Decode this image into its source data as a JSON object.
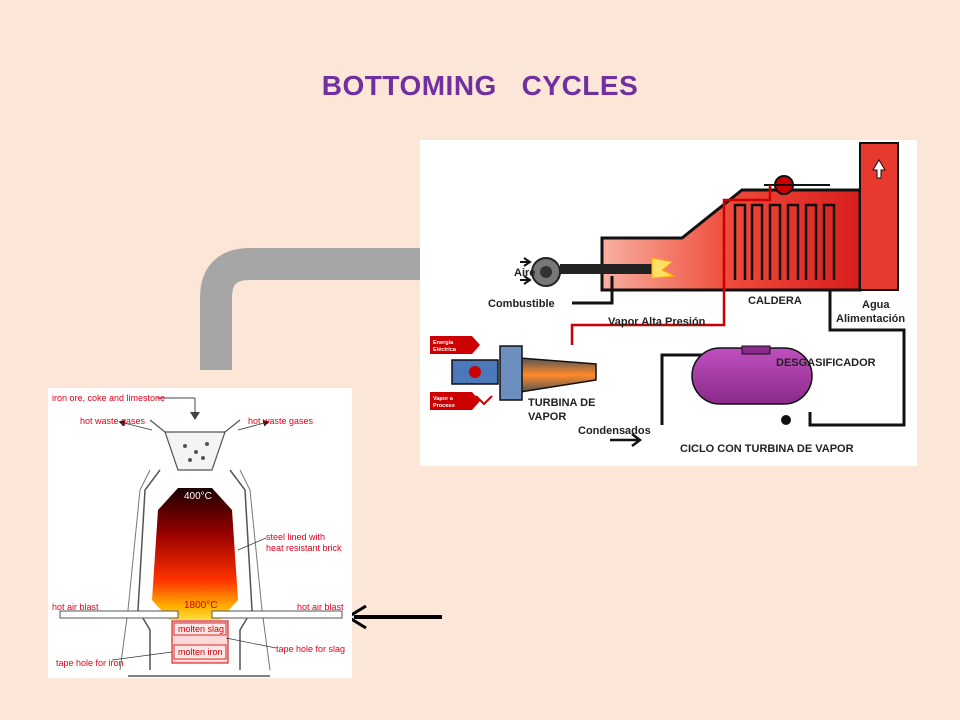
{
  "title": "BOTTOMING   CYCLES",
  "colors": {
    "title": "#7030a0",
    "background": "#fbe6d8",
    "arrow_gray": "#a6a6a6",
    "furnace_red": "#cc0000",
    "label_red": "#e0001b",
    "boiler_red": "#e8392e",
    "deaerator_purple": "#b040b0"
  },
  "blast_furnace": {
    "feed_label": "iron ore, coke and limestone",
    "waste_gas_left": "hot waste gases",
    "waste_gas_right": "hot waste gases",
    "temp_top": "400°C",
    "lining_line1": "steel lined with",
    "lining_line2": "heat resistant brick",
    "hot_air_left": "hot air blast",
    "hot_air_right": "hot air blast",
    "temp_bottom": "1800°C",
    "slag_label": "molten slag",
    "iron_label": "molten iron",
    "tap_slag": "tape hole for slag",
    "tap_iron": "tape hole for iron"
  },
  "steam_cycle": {
    "aire": "Aire",
    "combustible": "Combustible",
    "vapor_alta": "Vapor Alta Presión",
    "caldera": "CALDERA",
    "agua_line1": "Agua",
    "agua_line2": "Alimentación",
    "energia_line1": "Energía",
    "energia_line2": "Eléctrica",
    "proceso_line1": "Vapor a",
    "proceso_line2": "Proceso",
    "turbina_line1": "TURBINA DE",
    "turbina_line2": "VAPOR",
    "desgasificador": "DESGASIFICADOR",
    "condensados": "Condensados",
    "ciclo": "CICLO CON TURBINA DE VAPOR"
  }
}
